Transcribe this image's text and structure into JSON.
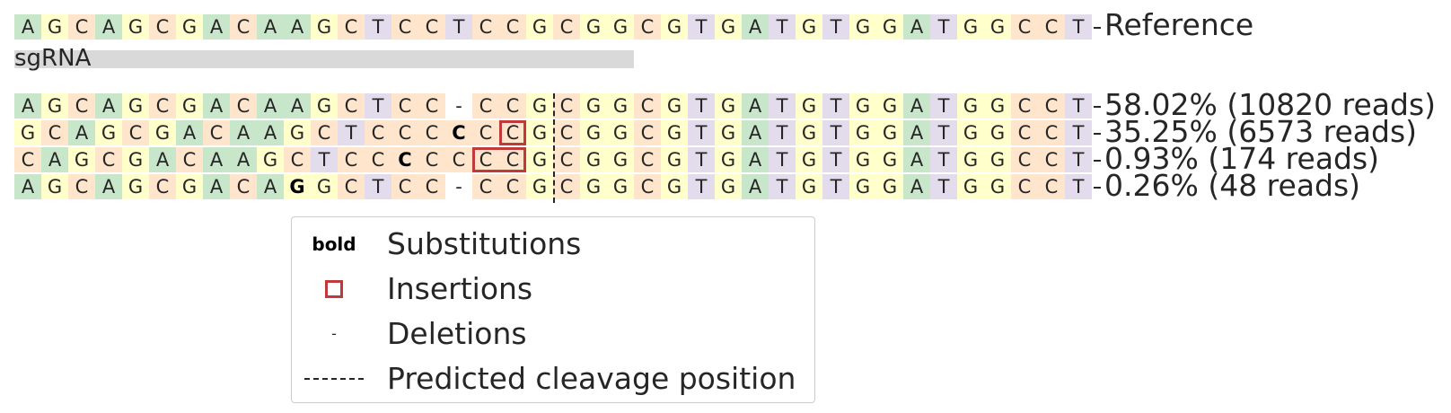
{
  "base_colors": {
    "A": "#c8e6c9",
    "C": "#ffe5cc",
    "G": "#ffffcc",
    "T": "#e2dcec",
    "-": "#ffffff"
  },
  "insertion_color": "#c0393b",
  "reference": {
    "label": "Reference",
    "sequence": [
      "A",
      "G",
      "C",
      "A",
      "G",
      "C",
      "G",
      "A",
      "C",
      "A",
      "A",
      "G",
      "C",
      "T",
      "C",
      "C",
      "T",
      "C",
      "C",
      "G",
      "C",
      "G",
      "G",
      "C",
      "G",
      "T",
      "G",
      "A",
      "T",
      "G",
      "T",
      "G",
      "G",
      "A",
      "T",
      "G",
      "G",
      "C",
      "C",
      "T"
    ]
  },
  "sgrna": {
    "label": "sgRNA"
  },
  "alleles": [
    {
      "label": "58.02% (10820 reads)",
      "percent": 58.02,
      "reads": 10820,
      "sequence": [
        "A",
        "G",
        "C",
        "A",
        "G",
        "C",
        "G",
        "A",
        "C",
        "A",
        "A",
        "G",
        "C",
        "T",
        "C",
        "C",
        "-",
        "C",
        "C",
        "G",
        "C",
        "G",
        "G",
        "C",
        "G",
        "T",
        "G",
        "A",
        "T",
        "G",
        "T",
        "G",
        "G",
        "A",
        "T",
        "G",
        "G",
        "C",
        "C",
        "T"
      ],
      "bold": [],
      "insertion": null
    },
    {
      "label": "35.25% (6573 reads)",
      "percent": 35.25,
      "reads": 6573,
      "sequence": [
        "G",
        "C",
        "A",
        "G",
        "C",
        "G",
        "A",
        "C",
        "A",
        "A",
        "G",
        "C",
        "T",
        "C",
        "C",
        "C",
        "C",
        "C",
        "C",
        "G",
        "C",
        "G",
        "G",
        "C",
        "G",
        "T",
        "G",
        "A",
        "T",
        "G",
        "T",
        "G",
        "G",
        "A",
        "T",
        "G",
        "G",
        "C",
        "C",
        "T"
      ],
      "bold": [
        16
      ],
      "insertion": [
        18,
        18
      ]
    },
    {
      "label": "0.93% (174 reads)",
      "percent": 0.93,
      "reads": 174,
      "sequence": [
        "C",
        "A",
        "G",
        "C",
        "G",
        "A",
        "C",
        "A",
        "A",
        "G",
        "C",
        "T",
        "C",
        "C",
        "C",
        "C",
        "C",
        "C",
        "C",
        "G",
        "C",
        "G",
        "G",
        "C",
        "G",
        "T",
        "G",
        "A",
        "T",
        "G",
        "T",
        "G",
        "G",
        "A",
        "T",
        "G",
        "G",
        "C",
        "C",
        "T"
      ],
      "bold": [
        14
      ],
      "insertion": [
        17,
        18
      ]
    },
    {
      "label": "0.26% (48 reads)",
      "percent": 0.26,
      "reads": 48,
      "sequence": [
        "A",
        "G",
        "C",
        "A",
        "G",
        "C",
        "G",
        "A",
        "C",
        "A",
        "G",
        "G",
        "C",
        "T",
        "C",
        "C",
        "-",
        "C",
        "C",
        "G",
        "C",
        "G",
        "G",
        "C",
        "G",
        "T",
        "G",
        "A",
        "T",
        "G",
        "T",
        "G",
        "G",
        "A",
        "T",
        "G",
        "G",
        "C",
        "C",
        "T"
      ],
      "bold": [
        10
      ],
      "insertion": null
    }
  ],
  "legend": {
    "bold_sample": "bold",
    "substitutions": "Substitutions",
    "insertions": "Insertions",
    "deletion_sample": "-",
    "deletions": "Deletions",
    "cleavage": "Predicted cleavage position"
  }
}
